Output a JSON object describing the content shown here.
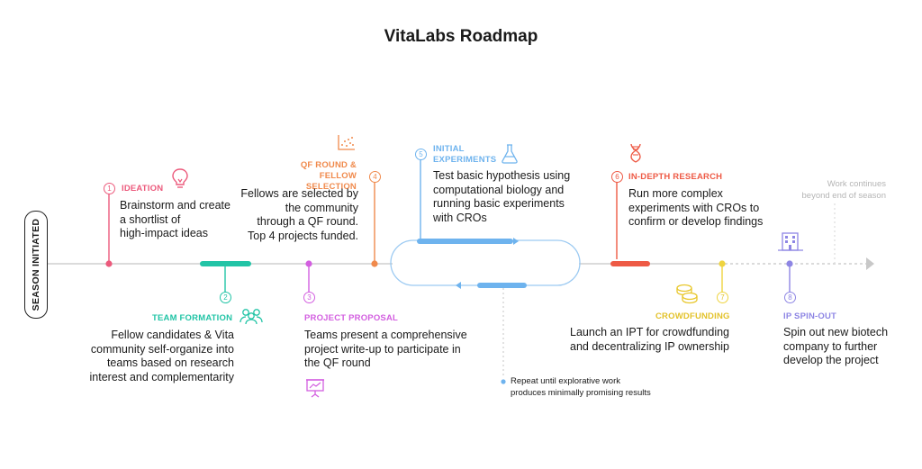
{
  "title": "VitaLabs Roadmap",
  "season_label": "SEASON INITIATED",
  "colors": {
    "ideation": "#ec5a7c",
    "team": "#22c4a6",
    "project": "#d35fe0",
    "qf": "#f08a4c",
    "experiments": "#6eb3ee",
    "research": "#ee5a45",
    "crowdfunding": "#efd440",
    "ipspinout": "#8e86e4",
    "line": "#cfcfcf"
  },
  "steps": [
    {
      "num": "1",
      "heading": "IDEATION",
      "lines": [
        "Brainstorm and create",
        "a shortlist of",
        "high-impact ideas"
      ],
      "icon": "lightbulb-icon"
    },
    {
      "num": "2",
      "heading": "TEAM FORMATION",
      "lines": [
        "Fellow candidates & Vita",
        "community self-organize into",
        "teams based on research",
        "interest and complementarity"
      ],
      "icon": "people-icon"
    },
    {
      "num": "3",
      "heading": "PROJECT PROPOSAL",
      "lines": [
        "Teams present a comprehensive",
        "project write-up to participate in",
        "the QF round"
      ],
      "icon": "presentation-icon"
    },
    {
      "num": "4",
      "heading_lines": [
        "QF ROUND &",
        "FELLOW SELECTION"
      ],
      "lines": [
        "Fellows are selected by",
        "the community",
        "through a QF round.",
        "Top 4 projects funded."
      ],
      "icon": "scatter-chart-icon"
    },
    {
      "num": "5",
      "heading_lines": [
        "INITIAL",
        "EXPERIMENTS"
      ],
      "lines": [
        "Test basic hypothesis using",
        "computational biology and",
        "running basic experiments",
        "with CROs"
      ],
      "icon": "flask-icon"
    },
    {
      "num": "6",
      "heading": "IN-DEPTH RESEARCH",
      "lines": [
        "Run more complex",
        "experiments with CROs to",
        "confirm or develop findings"
      ],
      "icon": "dna-icon"
    },
    {
      "num": "7",
      "heading": "CROWDFUNDING",
      "lines": [
        "Launch an IPT for crowdfunding",
        "and decentralizing IP ownership"
      ],
      "icon": "coins-icon"
    },
    {
      "num": "8",
      "heading": "IP SPIN-OUT",
      "lines": [
        "Spin out new biotech",
        "company to further",
        "develop the project"
      ],
      "icon": "building-icon"
    }
  ],
  "loop_note": [
    "Repeat until explorative work",
    "produces minimally promising results"
  ],
  "continue_note": [
    "Work continues",
    "beyond end of season"
  ]
}
